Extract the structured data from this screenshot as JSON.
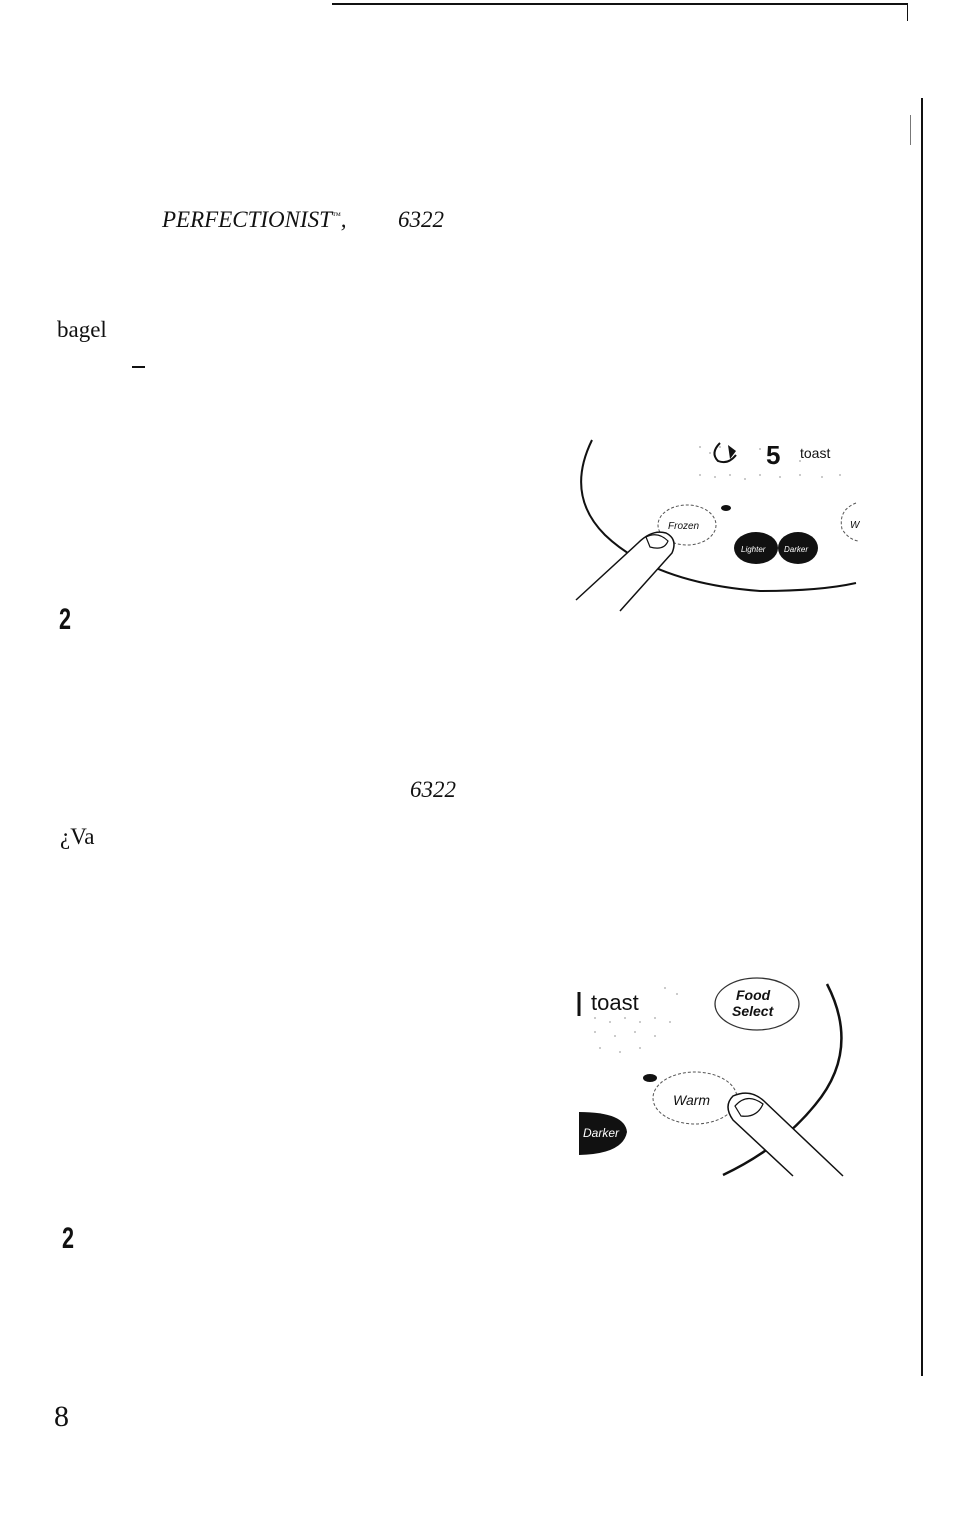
{
  "page": {
    "fragments": {
      "perfectionist": "PERFECTIONIST",
      "tm": "™",
      "comma": ",",
      "model_1": "6322",
      "bagel": "bagel",
      "model_2": "6322",
      "va": "¿Va"
    },
    "steps": {
      "step_a": "2",
      "step_b": "2"
    },
    "page_number": "8"
  },
  "illustration_frozen": {
    "display_digit": "5",
    "display_word": "toast",
    "frozen_button": "Frozen",
    "lighter_button": "Lighter",
    "darker_button": "Darker",
    "partial_right_button": "W"
  },
  "illustration_warm": {
    "display_word": "toast",
    "food_select_line1": "Food",
    "food_select_line2": "Select",
    "warm_button": "Warm",
    "darker_button": "Darker"
  }
}
